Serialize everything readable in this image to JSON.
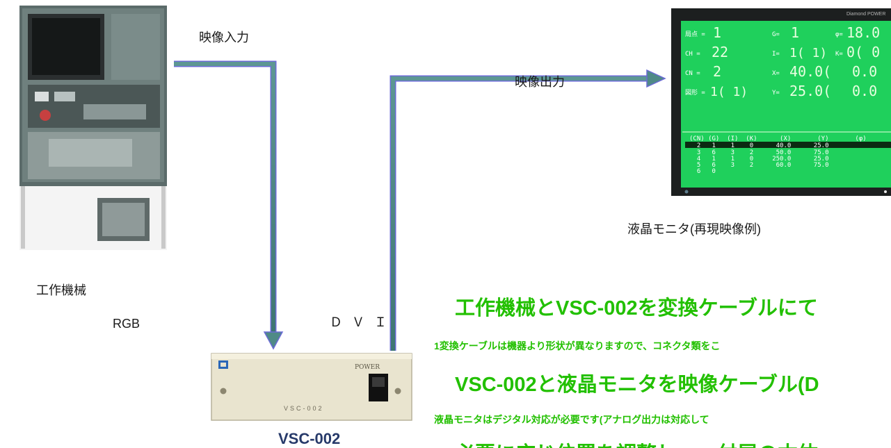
{
  "labels": {
    "video_input": "映像入力",
    "video_output": "映像出力",
    "monitor_caption": "液晶モニタ(再現映像例)",
    "machine_tool": "工作機械",
    "rgb": "RGB",
    "dvi": "ＤＶＩ",
    "device_name": "VSC-002"
  },
  "device": {
    "power_label": "POWER",
    "model_label": "VSC-002"
  },
  "monitor": {
    "brand": "Diamond POWER",
    "fields": {
      "r1c1_key": "局点 =",
      "r1c1_val": "1",
      "r1c2_key": "G=",
      "r1c2_val": "1",
      "r1c3_key": "φ=",
      "r1c3_val": "18.0",
      "r2c1_key": "CH =",
      "r2c1_val": "22",
      "r2c2_key": "I=",
      "r2c2_val": "1( 1)",
      "r2c3_key": "K=",
      "r2c3_val": "0( 0",
      "r3c1_key": "CN =",
      "r3c1_val": "2",
      "r3c2_key": "X=",
      "r3c2_val": "40.0(",
      "r3c3_val": "0.0",
      "r4c1_key": "図形 =",
      "r4c1_val": "1( 1)",
      "r4c2_key": "Y=",
      "r4c2_val": "25.0(",
      "r4c3_val": "0.0"
    },
    "table_header": "(CN) (G)  (I)  (K)      (X)       (Y)       (φ)",
    "table_rows": [
      "  2   1    1    0      40.0      25.0",
      "  3   6    3    2      50.0      75.0",
      "  4   1    1    0     250.0      25.0",
      "  5   6    3    2      60.0      75.0",
      "  6   0"
    ]
  },
  "steps": {
    "step1_title": "工作機械とVSC-002を変換ケーブルにて",
    "step1_note": "1変換ケーブルは機器より形状が異なりますので、コネクタ類をこ",
    "step2_title": "VSC-002と液晶モニタを映像ケーブル(D",
    "step2_note": "液晶モニタはデジタル対応が必要です(アナログ出力は対応して",
    "step3_title": "必要に応じ位置を調整し、…付属の本体"
  },
  "colors": {
    "arrow_fill": "#4f8a87",
    "arrow_border": "#6b6bd6",
    "step_text": "#22c000",
    "monitor_screen": "#1fd05c"
  }
}
